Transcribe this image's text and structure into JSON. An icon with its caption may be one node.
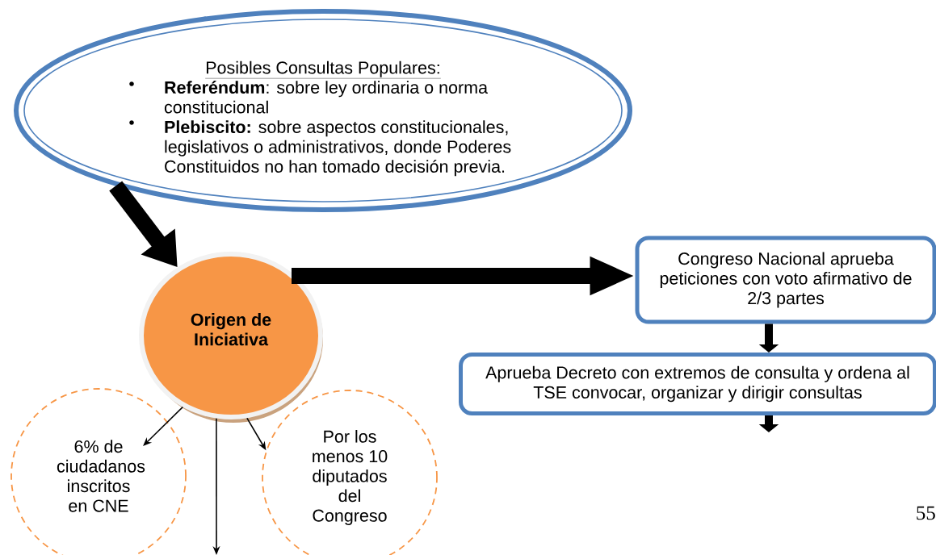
{
  "diagram": {
    "nodes": [
      {
        "text": [
          "Posibles Consultas Populares:",
          "**Referéndum**: sobre ley ordinaria o norma constitucional",
          "**Plebiscito:** sobre aspectos constitucionales, legislativos o administrativos, donde Poderes Constituidos no han tomado decisión previa."
        ]
      },
      {
        "text": [
          "Origen de Iniciativa"
        ]
      },
      {
        "text": [
          "6% de ciudadanos inscritos en CNE"
        ]
      },
      {
        "text": [
          "Por los menos 10 diputados del Congreso"
        ]
      },
      {
        "text": [
          "Congreso Nacional aprueba peticiones con voto afirmativo de 2/3 partes"
        ]
      },
      {
        "text": [
          "Aprueba Decreto con extremos de consulta y ordena al TSE convocar, organizar y dirigir consultas"
        ]
      }
    ],
    "edges": [
      {
        "from": 0,
        "to": 1,
        "arrow": "to",
        "style": "thick"
      },
      {
        "from": 1,
        "to": 2,
        "arrow": "to"
      },
      {
        "from": 1,
        "to": null,
        "arrow": "to"
      },
      {
        "from": 1,
        "to": 3,
        "arrow": "to"
      },
      {
        "from": 1,
        "to": 4,
        "arrow": "to",
        "style": "thick"
      },
      {
        "from": 4,
        "to": 5,
        "arrow": "to"
      },
      {
        "from": 5,
        "to": null,
        "arrow": "to"
      }
    ],
    "labels": [
      "55"
    ]
  }
}
